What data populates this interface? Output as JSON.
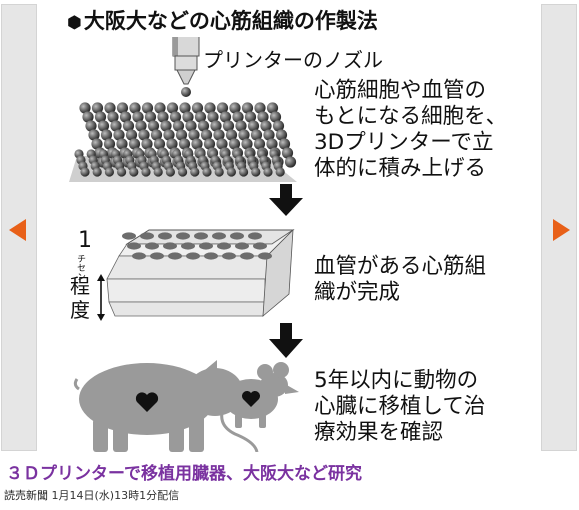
{
  "figure": {
    "title": "大阪大などの心筋組織の作製法",
    "title_icon": "cube-icon",
    "nozzle_label": "プリンターのノズル",
    "steps": [
      {
        "lines": [
          "心筋細胞や血管の",
          "もとになる細胞を、",
          "3Dプリンターで立",
          "体的に積み上げる"
        ]
      },
      {
        "lines": [
          "血管がある心筋組",
          "織が完成"
        ]
      },
      {
        "lines": [
          "5年以内に動物の",
          "心臓に移植して治",
          "療効果を確認"
        ]
      }
    ],
    "size_label": {
      "num": "1",
      "unit": "チセン",
      "rest1": "程",
      "rest2": "度"
    }
  },
  "caption": "３Ｄプリンターで移植用臓器、大阪大など研究",
  "credit": {
    "source": "読売新聞",
    "datetime": "1月14日(水)13時1分配信"
  },
  "colors": {
    "accent_arrow": "#e86018",
    "caption": "#7a32a0",
    "nav_bg": "#e6e6e6"
  },
  "icons": {
    "prev": "chevron-left-icon",
    "next": "chevron-right-icon"
  }
}
